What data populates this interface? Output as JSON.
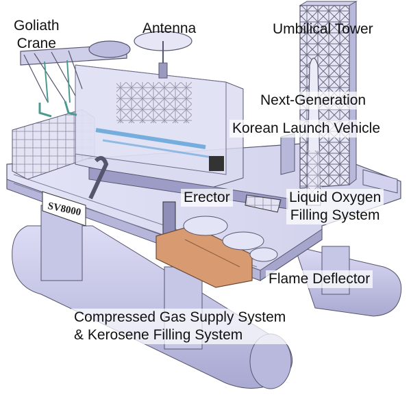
{
  "diagram": {
    "labels": {
      "goliath_crane": "Goliath\nCrane",
      "antenna": "Antenna",
      "umbilical_tower": "Umbilical Tower",
      "next_generation": "Next-Generation",
      "korean_launch_vehicle": "Korean Launch Vehicle",
      "erector": "Erector",
      "liquid_oxygen": "Liquid Oxygen\nFilling System",
      "flame_deflector": "Flame Deflector",
      "compressed_gas": "Compressed Gas Supply System\n& Kerosene Filling System"
    },
    "platform_name": "SV8000",
    "colors": {
      "hull": "#c9c9ec",
      "hull_shadow": "#9c9cc8",
      "deck": "#d8d8f0",
      "structure": "#b8b8d8",
      "line": "#55556e",
      "accent_blue": "#5aa0d8",
      "flame_deflector": "#d89a70",
      "crane_green": "#4a9a90"
    }
  }
}
